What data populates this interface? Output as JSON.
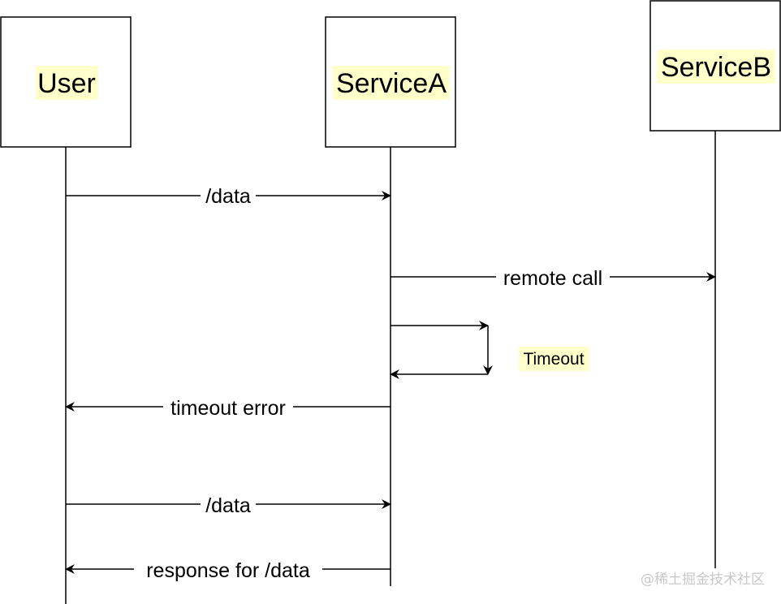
{
  "participants": {
    "user": "User",
    "service_a": "ServiceA",
    "service_b": "ServiceB"
  },
  "messages": {
    "request_1": "/data",
    "remote_call": "remote call",
    "timeout_error": "timeout error",
    "request_2": "/data",
    "response": "response for /data"
  },
  "self_call_note": "Timeout",
  "watermark": "@稀土掘金技术社区",
  "colors": {
    "stroke": "#000000",
    "label_highlight": "#ffffcc",
    "background": "#ffffff"
  }
}
